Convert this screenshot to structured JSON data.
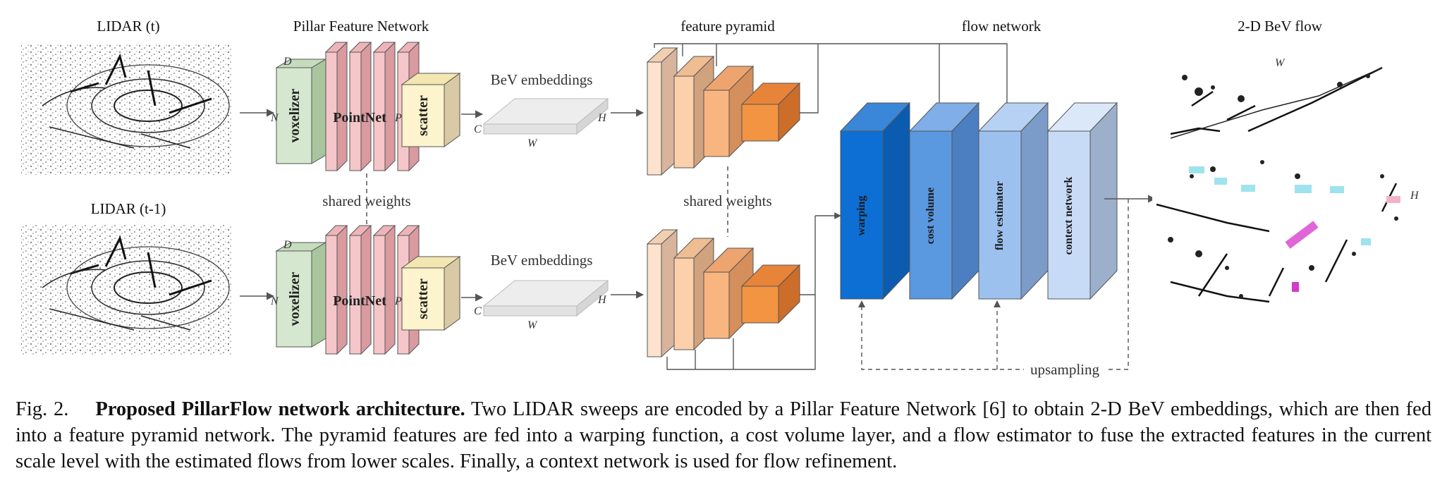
{
  "figure": {
    "column_titles": {
      "lidar_t": "LIDAR (t)",
      "pillar_feature_network": "Pillar Feature Network",
      "feature_pyramid": "feature pyramid",
      "flow_network": "flow network",
      "bev_flow": "2-D BeV flow"
    },
    "lidar_t1_label": "LIDAR (t-1)",
    "shared_weights": "shared weights",
    "bev_embeddings": "BeV embeddings",
    "voxelizer": "voxelizer",
    "pointnet": "PointNet",
    "scatter": "scatter",
    "axis_letters": {
      "D": "D",
      "N": "N",
      "P": "P",
      "C": "C",
      "H": "H",
      "W": "W"
    },
    "flow_modules": [
      "warping",
      "cost volume",
      "flow estimator",
      "context network"
    ],
    "upsampling": "upsampling"
  },
  "caption": {
    "fig_label": "Fig. 2.",
    "title": "Proposed PillarFlow network architecture.",
    "body": "Two LIDAR sweeps are encoded by a Pillar Feature Network [6] to obtain 2-D BeV embeddings, which are then fed into a feature pyramid network. The pyramid features are fed into a warping function, a cost volume layer, and a flow estimator to fuse the extracted features in the current scale level with the estimated flows from lower scales. Finally, a context network is used for flow refinement."
  },
  "colors": {
    "voxelizer": "#d5e8cf",
    "pointnet": "#f5c6c9",
    "scatter": "#fdf3cc",
    "pyramid": [
      "#fde3cd",
      "#fbd0aa",
      "#f8b57f",
      "#f39442"
    ],
    "flow_modules": [
      "#0d6fd3",
      "#5a98e0",
      "#9dc1ef",
      "#c7dbf6"
    ]
  }
}
